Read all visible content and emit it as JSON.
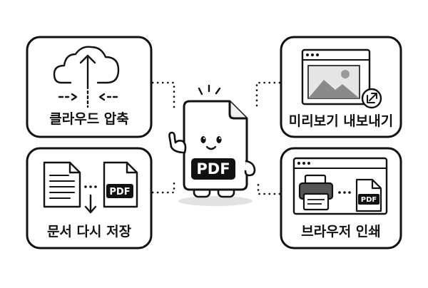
{
  "mascot": {
    "badge_text": "PDF"
  },
  "cards": {
    "cloud_compress": {
      "label": "클라우드 압축"
    },
    "resave_document": {
      "label": "문서 다시 저장",
      "badge_text": "PDF"
    },
    "preview_export": {
      "label": "미리보기 내보내기"
    },
    "browser_print": {
      "label": "브라우저 인쇄",
      "badge_text": "PDF"
    }
  }
}
